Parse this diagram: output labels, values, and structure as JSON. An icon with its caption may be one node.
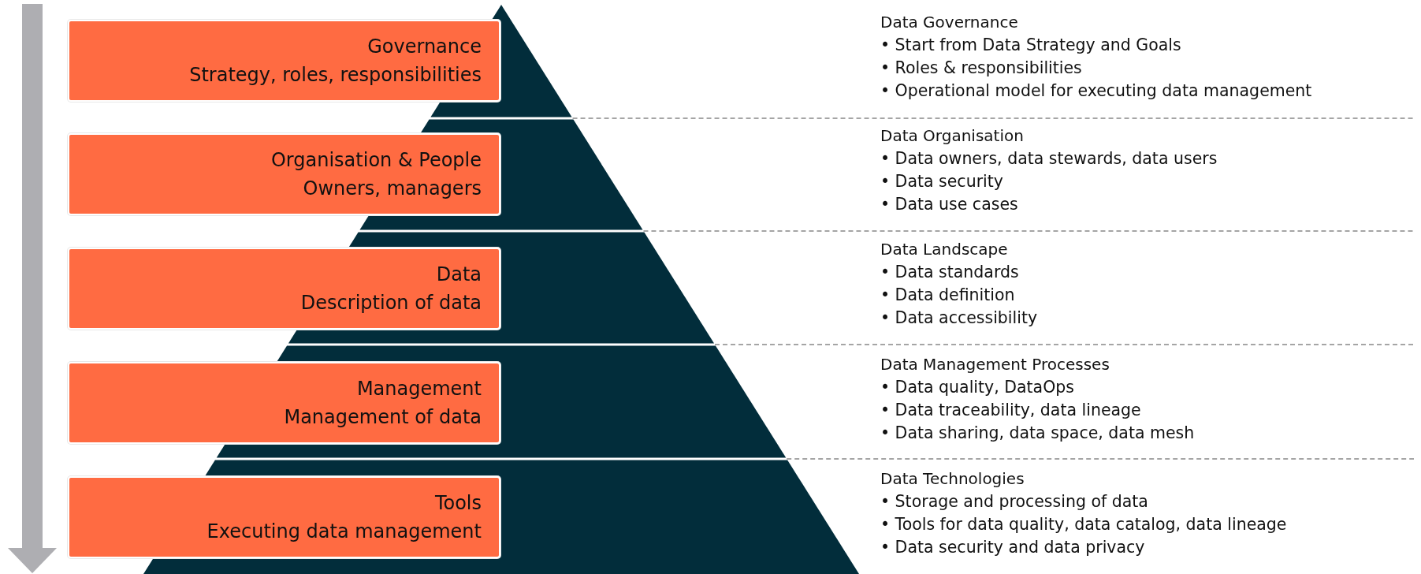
{
  "diagram": {
    "nodes": [
      {
        "text": [
          "Governance",
          "Strategy, roles, responsibilities"
        ]
      },
      {
        "text": [
          "Organisation & People",
          "Owners, managers"
        ]
      },
      {
        "text": [
          "Data",
          "Description of data"
        ]
      },
      {
        "text": [
          "Management",
          "Management of data"
        ]
      },
      {
        "text": [
          "Tools",
          "Executing data management"
        ]
      }
    ],
    "edges": [],
    "labels": [
      "Data Governance",
      "• Start from Data Strategy and Goals",
      "• Roles & responsibilities",
      "• Operational model for executing data management",
      "Data Organisation",
      "• Data owners, data stewards, data users",
      "• Data security",
      "• Data use cases",
      "Data Landscape",
      "• Data standards",
      "• Data definition",
      "• Data accessibility",
      "Data Management Processes",
      "• Data quality, DataOps",
      "• Data traceability, data lineage",
      "• Data sharing, data space, data mesh",
      "Data Technologies",
      "• Storage and processing of data",
      "• Tools for data quality, data catalog, data lineage",
      "• Data security and data privacy"
    ]
  }
}
